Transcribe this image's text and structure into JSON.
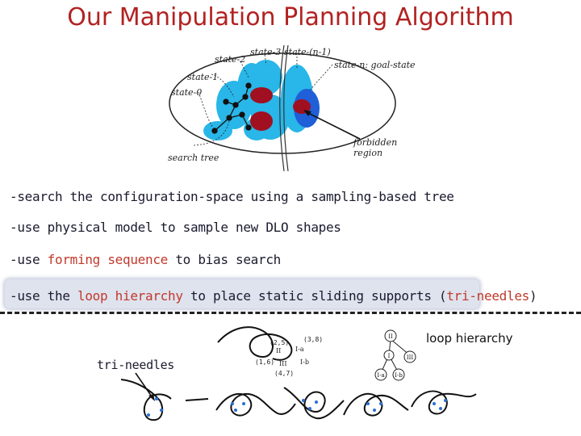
{
  "title": "Our Manipulation Planning Algorithm",
  "top_figure": {
    "state_labels": [
      "state-3",
      "state-2",
      "state-1",
      "state-0",
      "state-(n-1)",
      "state-n: goal-state"
    ],
    "search_tree_label": "search tree",
    "forbidden_region_label_line1": "forbidden",
    "forbidden_region_label_line2": "region"
  },
  "bullets": {
    "b1": "-search the configuration-space using a sampling-based tree",
    "b2": "-use physical model to sample new DLO shapes",
    "b3_pre": "-use ",
    "b3_hl": "forming sequence",
    "b3_post": " to bias search",
    "b4_pre": "-use the ",
    "b4_hl": "loop hierarchy",
    "b4_mid": " to place static sliding supports (",
    "b4_hl2": "tri-needles",
    "b4_post": ")"
  },
  "bottom_figure": {
    "tri_needles_label": "tri-needles",
    "loop_hierarchy_label": "loop hierarchy",
    "knot_labels": [
      "(2,5)",
      "(3,8)",
      "(1,6)",
      "(4,7)",
      "II",
      "I-a",
      "III",
      "I-b"
    ],
    "hierarchy_nodes": [
      "II",
      "I",
      "III",
      "I-a",
      "I-b"
    ]
  },
  "colors": {
    "title": "#b22222",
    "highlight": "#c0392b",
    "cyan": "#29b6e8",
    "blue": "#1f5fd8",
    "forbidden": "#a01020"
  }
}
